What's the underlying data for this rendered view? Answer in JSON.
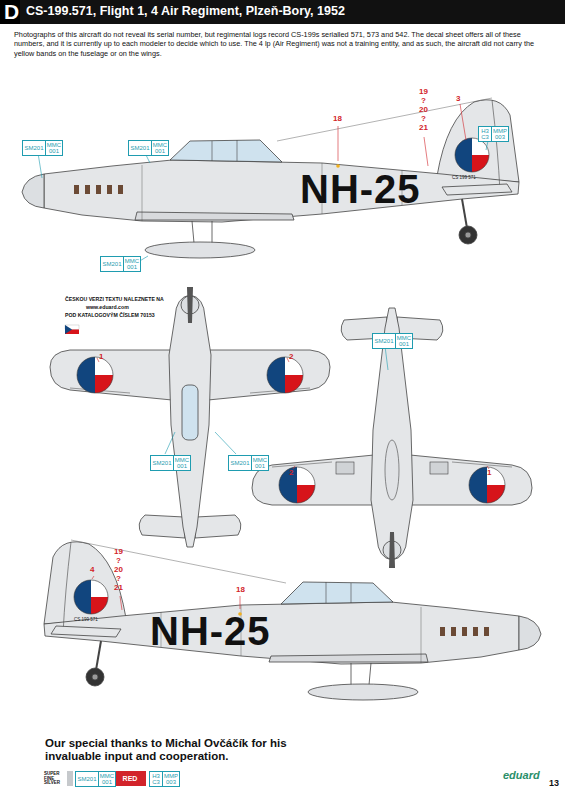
{
  "diagram": {
    "title": "CS-199.571, Flight 1, 4 Air Regiment, Plzeň-Bory, 1952",
    "nodes": [
      {
        "text": [
          "SM201",
          "MMC 001"
        ]
      },
      {
        "text": [
          "SM201",
          "MMC 001"
        ]
      },
      {
        "text": [
          "H3 C3",
          "MMP 003"
        ]
      },
      {
        "text": [
          "SM201",
          "MMC 001"
        ]
      },
      {
        "text": [
          "SM201",
          "MMC 001"
        ]
      },
      {
        "text": [
          "SM201",
          "MMC 001"
        ]
      },
      {
        "text": [
          "SM201",
          "MMC 001"
        ]
      },
      {
        "text": [
          "SM201",
          "MMC 001"
        ]
      },
      {
        "text": [
          "H3 C3",
          "MMP 003"
        ]
      }
    ],
    "labels": [
      "D",
      "Photographs of this aircraft do not reveal its serial number, but regimental logs record CS-199s serialled 571, 573 and 542. The decal sheet offers all of these numbers, and it is currently up to each modeler to decide which to use. The 4 lp (Air Regiment) was not a training entity, and as such, the aircraft did not carry the yellow bands on the fuselage or on the wings.",
      "18",
      "19",
      "?",
      "20",
      "?",
      "21",
      "3",
      "NH-25",
      "CS 199 571",
      "ČESKOU VERZI TEXTU NALEZNETE NA",
      "www.eduard.com",
      "POD KATALOGOVÝM ČÍSLEM 70153",
      "1",
      "2",
      "2",
      "1",
      "4",
      "19",
      "?",
      "20",
      "?",
      "21",
      "18",
      "NH-25",
      "CS 199 571",
      "Our special thanks to Michal Ovčáčík for his invaluable input and cooperation.",
      "eduard",
      "13"
    ],
    "legend": [
      {
        "text": "SUPER FINE SILVER",
        "color": "#c6c9cc"
      },
      {
        "text": "RED",
        "color": "#d2232a"
      }
    ]
  }
}
